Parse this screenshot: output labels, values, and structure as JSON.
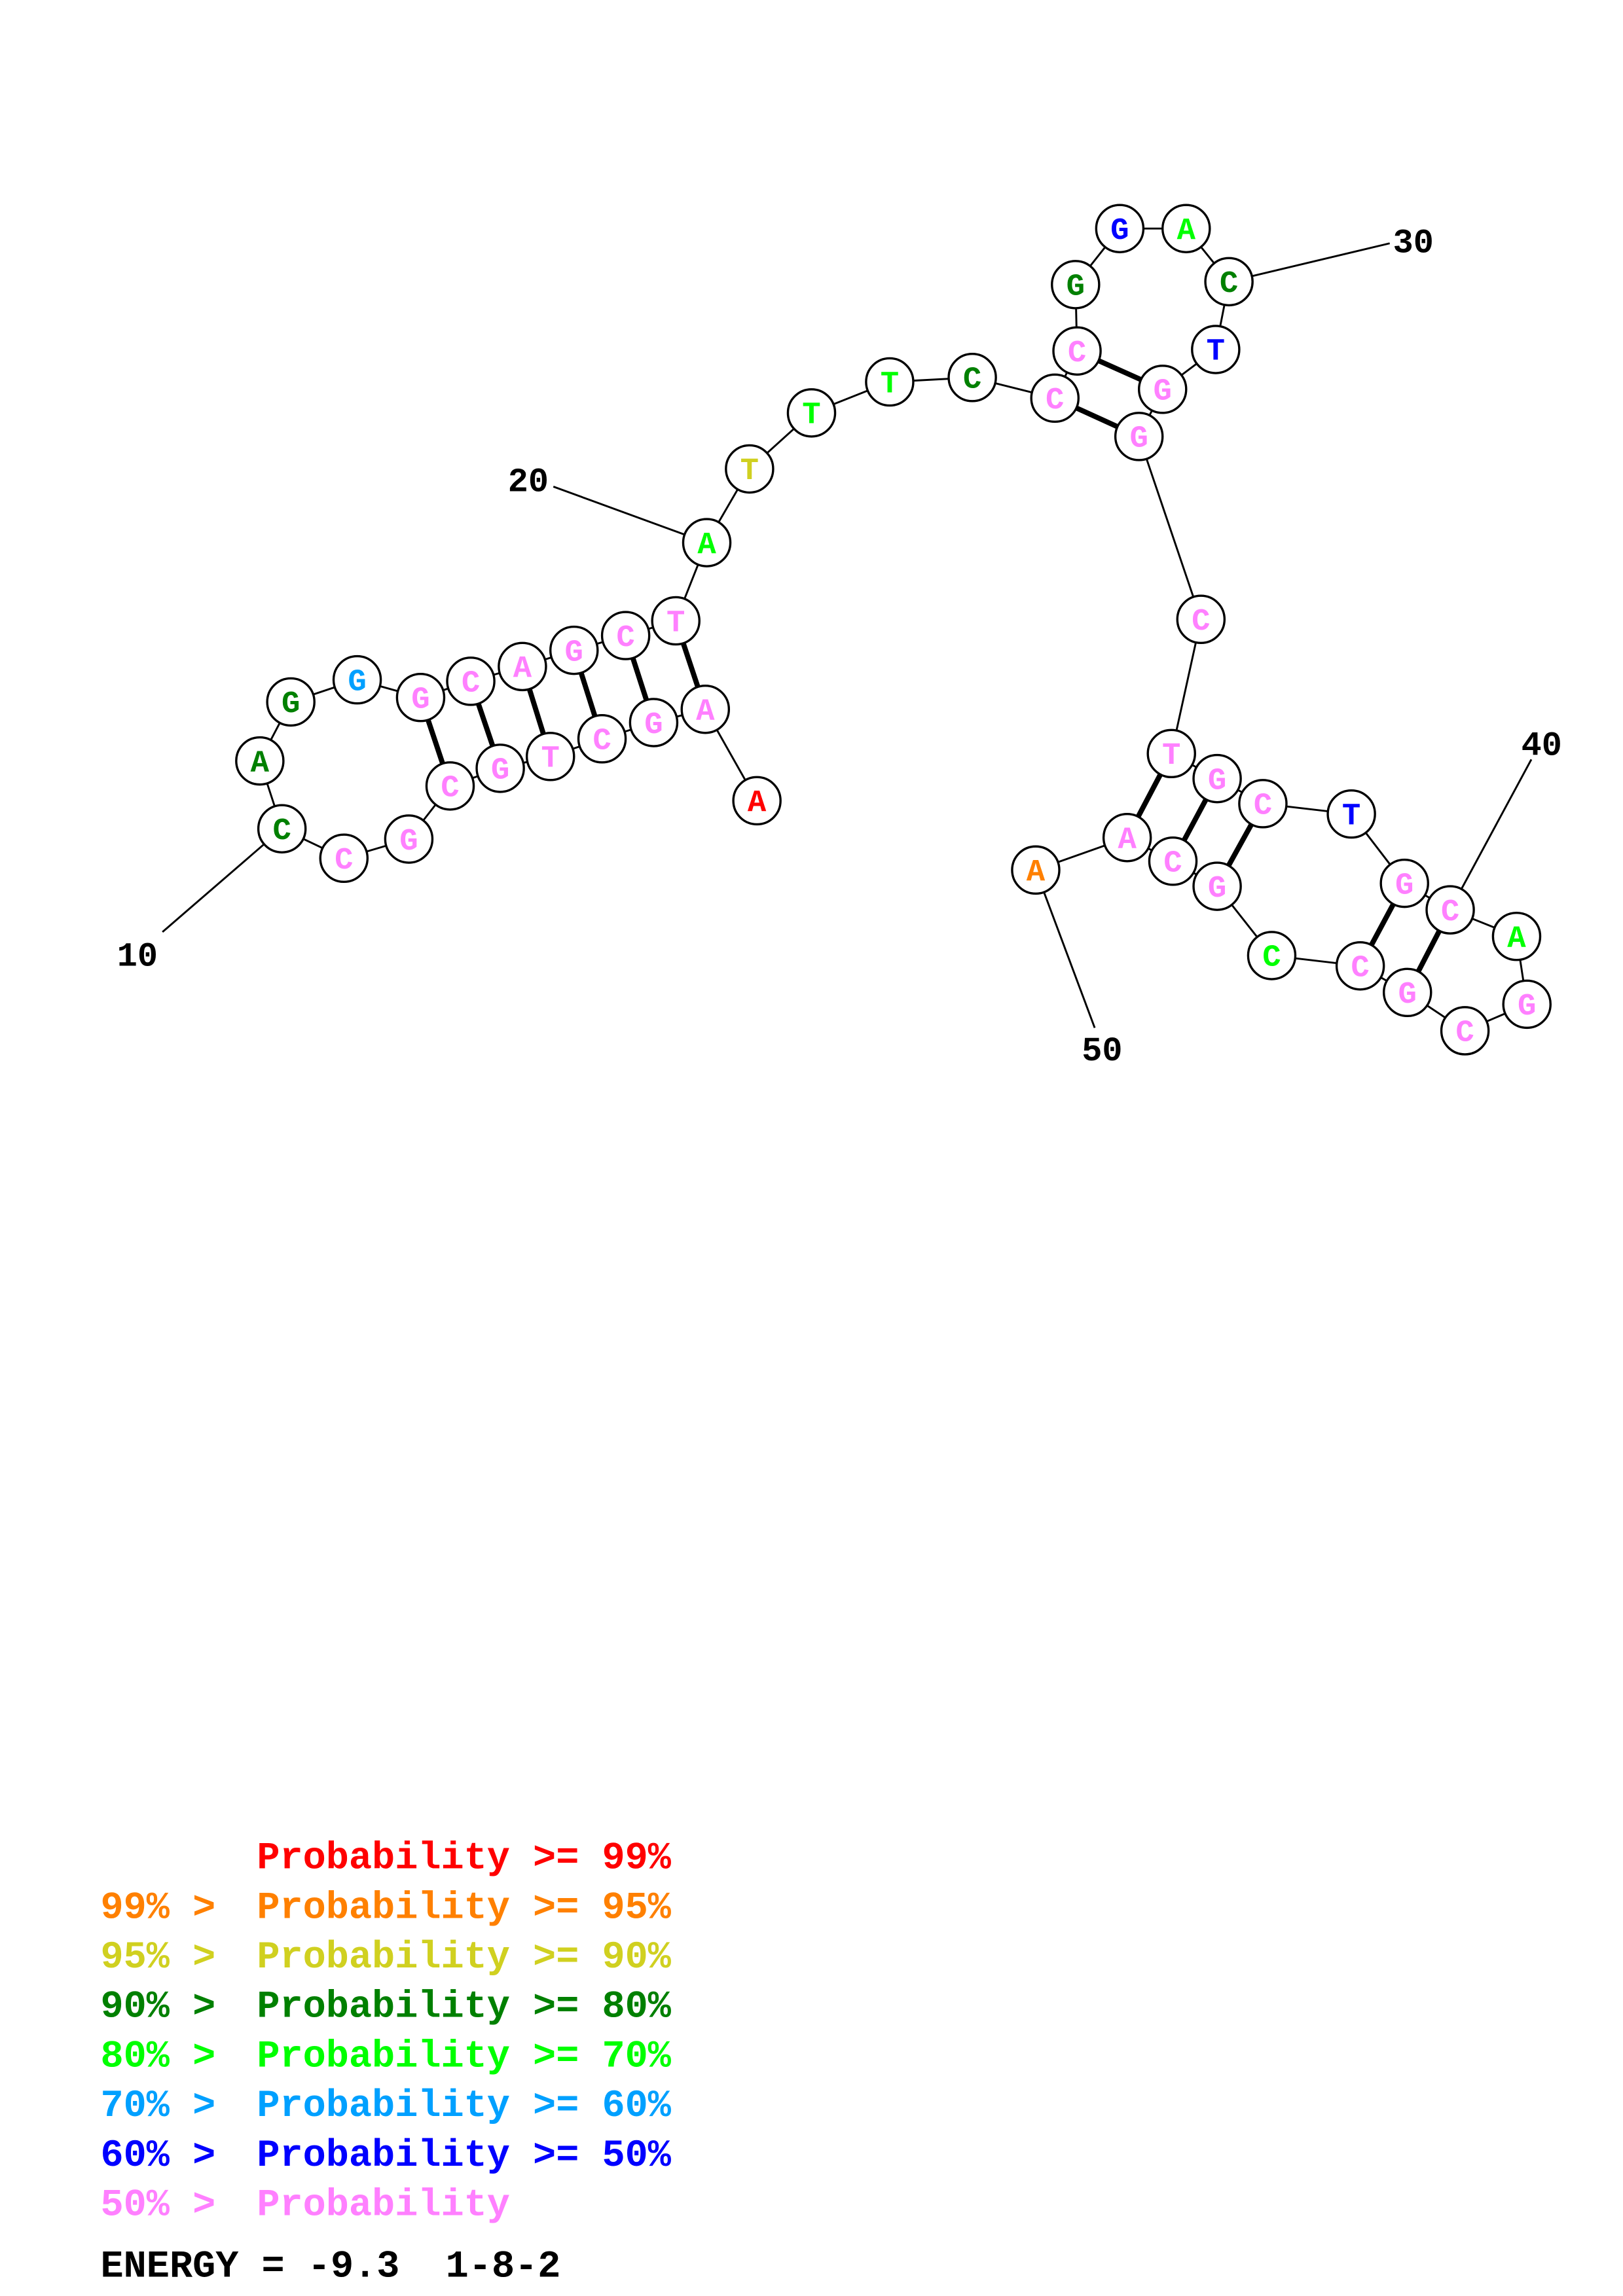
{
  "colors": {
    "p99": "#ff0000",
    "p95": "#ff8000",
    "p90": "#d0d020",
    "p80": "#008000",
    "p70": "#00ff00",
    "p60": "#00a0ff",
    "p50": "#0000ff",
    "plow": "#ff80ff"
  },
  "nucleotides": [
    {
      "n": 1,
      "base": "A",
      "cls": "p99"
    },
    {
      "n": 2,
      "base": "A",
      "cls": "plow"
    },
    {
      "n": 3,
      "base": "G",
      "cls": "plow"
    },
    {
      "n": 4,
      "base": "C",
      "cls": "plow"
    },
    {
      "n": 5,
      "base": "T",
      "cls": "plow"
    },
    {
      "n": 6,
      "base": "G",
      "cls": "plow"
    },
    {
      "n": 7,
      "base": "C",
      "cls": "plow"
    },
    {
      "n": 8,
      "base": "G",
      "cls": "plow"
    },
    {
      "n": 9,
      "base": "C",
      "cls": "plow"
    },
    {
      "n": 10,
      "base": "C",
      "cls": "p80"
    },
    {
      "n": 11,
      "base": "A",
      "cls": "p80"
    },
    {
      "n": 12,
      "base": "G",
      "cls": "p80"
    },
    {
      "n": 13,
      "base": "G",
      "cls": "p60"
    },
    {
      "n": 14,
      "base": "G",
      "cls": "plow"
    },
    {
      "n": 15,
      "base": "C",
      "cls": "plow"
    },
    {
      "n": 16,
      "base": "A",
      "cls": "plow"
    },
    {
      "n": 17,
      "base": "G",
      "cls": "plow"
    },
    {
      "n": 18,
      "base": "C",
      "cls": "plow"
    },
    {
      "n": 19,
      "base": "T",
      "cls": "plow"
    },
    {
      "n": 20,
      "base": "A",
      "cls": "p70"
    },
    {
      "n": 21,
      "base": "T",
      "cls": "p90"
    },
    {
      "n": 22,
      "base": "T",
      "cls": "p70"
    },
    {
      "n": 23,
      "base": "T",
      "cls": "p70"
    },
    {
      "n": 24,
      "base": "C",
      "cls": "p80"
    },
    {
      "n": 25,
      "base": "C",
      "cls": "plow"
    },
    {
      "n": 26,
      "base": "C",
      "cls": "plow"
    },
    {
      "n": 27,
      "base": "G",
      "cls": "p80"
    },
    {
      "n": 28,
      "base": "G",
      "cls": "p50"
    },
    {
      "n": 29,
      "base": "A",
      "cls": "p70"
    },
    {
      "n": 30,
      "base": "C",
      "cls": "p80"
    },
    {
      "n": 31,
      "base": "T",
      "cls": "p50"
    },
    {
      "n": 32,
      "base": "G",
      "cls": "plow"
    },
    {
      "n": 33,
      "base": "G",
      "cls": "plow"
    },
    {
      "n": 34,
      "base": "C",
      "cls": "plow"
    },
    {
      "n": 35,
      "base": "T",
      "cls": "plow"
    },
    {
      "n": 36,
      "base": "G",
      "cls": "plow"
    },
    {
      "n": 37,
      "base": "C",
      "cls": "plow"
    },
    {
      "n": 38,
      "base": "T",
      "cls": "p50"
    },
    {
      "n": 39,
      "base": "G",
      "cls": "plow"
    },
    {
      "n": 40,
      "base": "C",
      "cls": "plow"
    },
    {
      "n": 41,
      "base": "A",
      "cls": "p70"
    },
    {
      "n": 42,
      "base": "G",
      "cls": "plow"
    },
    {
      "n": 43,
      "base": "C",
      "cls": "plow"
    },
    {
      "n": 44,
      "base": "G",
      "cls": "plow"
    },
    {
      "n": 45,
      "base": "C",
      "cls": "plow"
    },
    {
      "n": 46,
      "base": "C",
      "cls": "p70"
    },
    {
      "n": 47,
      "base": "G",
      "cls": "plow"
    },
    {
      "n": 48,
      "base": "C",
      "cls": "plow"
    },
    {
      "n": 49,
      "base": "A",
      "cls": "plow"
    },
    {
      "n": 50,
      "base": "A",
      "cls": "p95"
    }
  ],
  "pairs": [
    [
      2,
      19
    ],
    [
      3,
      18
    ],
    [
      4,
      17
    ],
    [
      5,
      16
    ],
    [
      6,
      15
    ],
    [
      7,
      14
    ],
    [
      25,
      33
    ],
    [
      26,
      32
    ],
    [
      35,
      49
    ],
    [
      36,
      48
    ],
    [
      37,
      47
    ],
    [
      39,
      45
    ],
    [
      40,
      44
    ]
  ],
  "position_labels": [
    "10",
    "20",
    "30",
    "40",
    "50"
  ],
  "legend": [
    {
      "prefix": "",
      "text": "Probability >= 99%",
      "cls": "p99"
    },
    {
      "prefix": "99% > ",
      "text": "Probability >= 95%",
      "cls": "p95"
    },
    {
      "prefix": "95% > ",
      "text": "Probability >= 90%",
      "cls": "p90"
    },
    {
      "prefix": "90% > ",
      "text": "Probability >= 80%",
      "cls": "p80"
    },
    {
      "prefix": "80% > ",
      "text": "Probability >= 70%",
      "cls": "p70"
    },
    {
      "prefix": "70% > ",
      "text": "Probability >= 60%",
      "cls": "p60"
    },
    {
      "prefix": "60% > ",
      "text": "Probability >= 50%",
      "cls": "p50"
    },
    {
      "prefix": "50% > ",
      "text": "Probability",
      "cls": "plow"
    }
  ],
  "energy": "ENERGY = -9.3  1-8-2"
}
